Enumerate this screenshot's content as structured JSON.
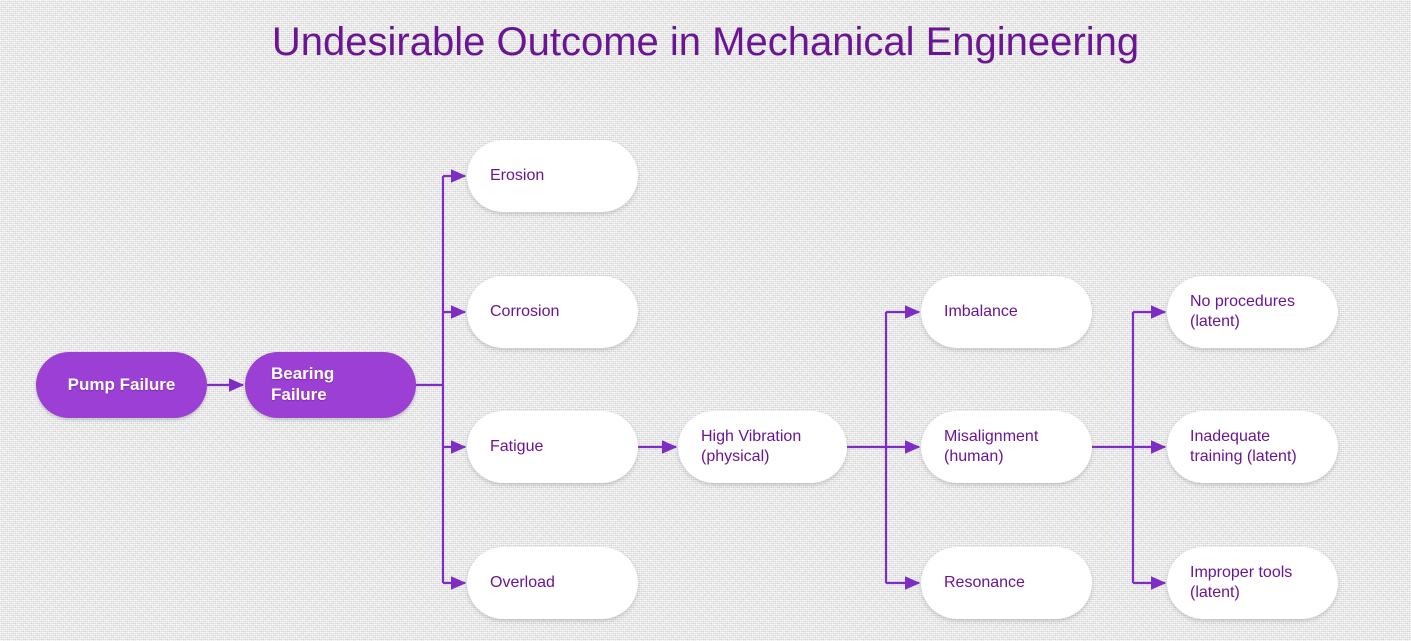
{
  "title": "Undesirable Outcome in Mechanical Engineering",
  "colors": {
    "background": "#e4e4e4",
    "title_text": "#6b1594",
    "node_purple_fill": "#9c3fd4",
    "node_purple_text": "#ffffff",
    "node_white_fill": "#ffffff",
    "node_white_text": "#6b1594",
    "connector": "#7d2cc4"
  },
  "nodes": {
    "pump_failure": {
      "label": "Pump Failure",
      "style": "purple"
    },
    "bearing_failure": {
      "label": "Bearing\nFailure",
      "style": "purple"
    },
    "erosion": {
      "label": "Erosion",
      "style": "white"
    },
    "corrosion": {
      "label": "Corrosion",
      "style": "white"
    },
    "fatigue": {
      "label": "Fatigue",
      "style": "white"
    },
    "overload": {
      "label": "Overload",
      "style": "white"
    },
    "high_vibration": {
      "label": "High Vibration\n(physical)",
      "style": "white"
    },
    "imbalance": {
      "label": "Imbalance",
      "style": "white"
    },
    "misalignment": {
      "label": "Misalignment\n(human)",
      "style": "white"
    },
    "resonance": {
      "label": "Resonance",
      "style": "white"
    },
    "no_procedures": {
      "label": "No procedures\n(latent)",
      "style": "white"
    },
    "inadequate_training": {
      "label": "Inadequate\ntraining (latent)",
      "style": "white"
    },
    "improper_tools": {
      "label": "Improper tools\n(latent)",
      "style": "white"
    }
  },
  "edges": [
    {
      "from": "pump_failure",
      "to": "bearing_failure"
    },
    {
      "from": "bearing_failure",
      "to": "erosion"
    },
    {
      "from": "bearing_failure",
      "to": "corrosion"
    },
    {
      "from": "bearing_failure",
      "to": "fatigue"
    },
    {
      "from": "bearing_failure",
      "to": "overload"
    },
    {
      "from": "fatigue",
      "to": "high_vibration"
    },
    {
      "from": "high_vibration",
      "to": "imbalance"
    },
    {
      "from": "high_vibration",
      "to": "misalignment"
    },
    {
      "from": "high_vibration",
      "to": "resonance"
    },
    {
      "from": "misalignment",
      "to": "no_procedures"
    },
    {
      "from": "misalignment",
      "to": "inadequate_training"
    },
    {
      "from": "misalignment",
      "to": "improper_tools"
    }
  ]
}
